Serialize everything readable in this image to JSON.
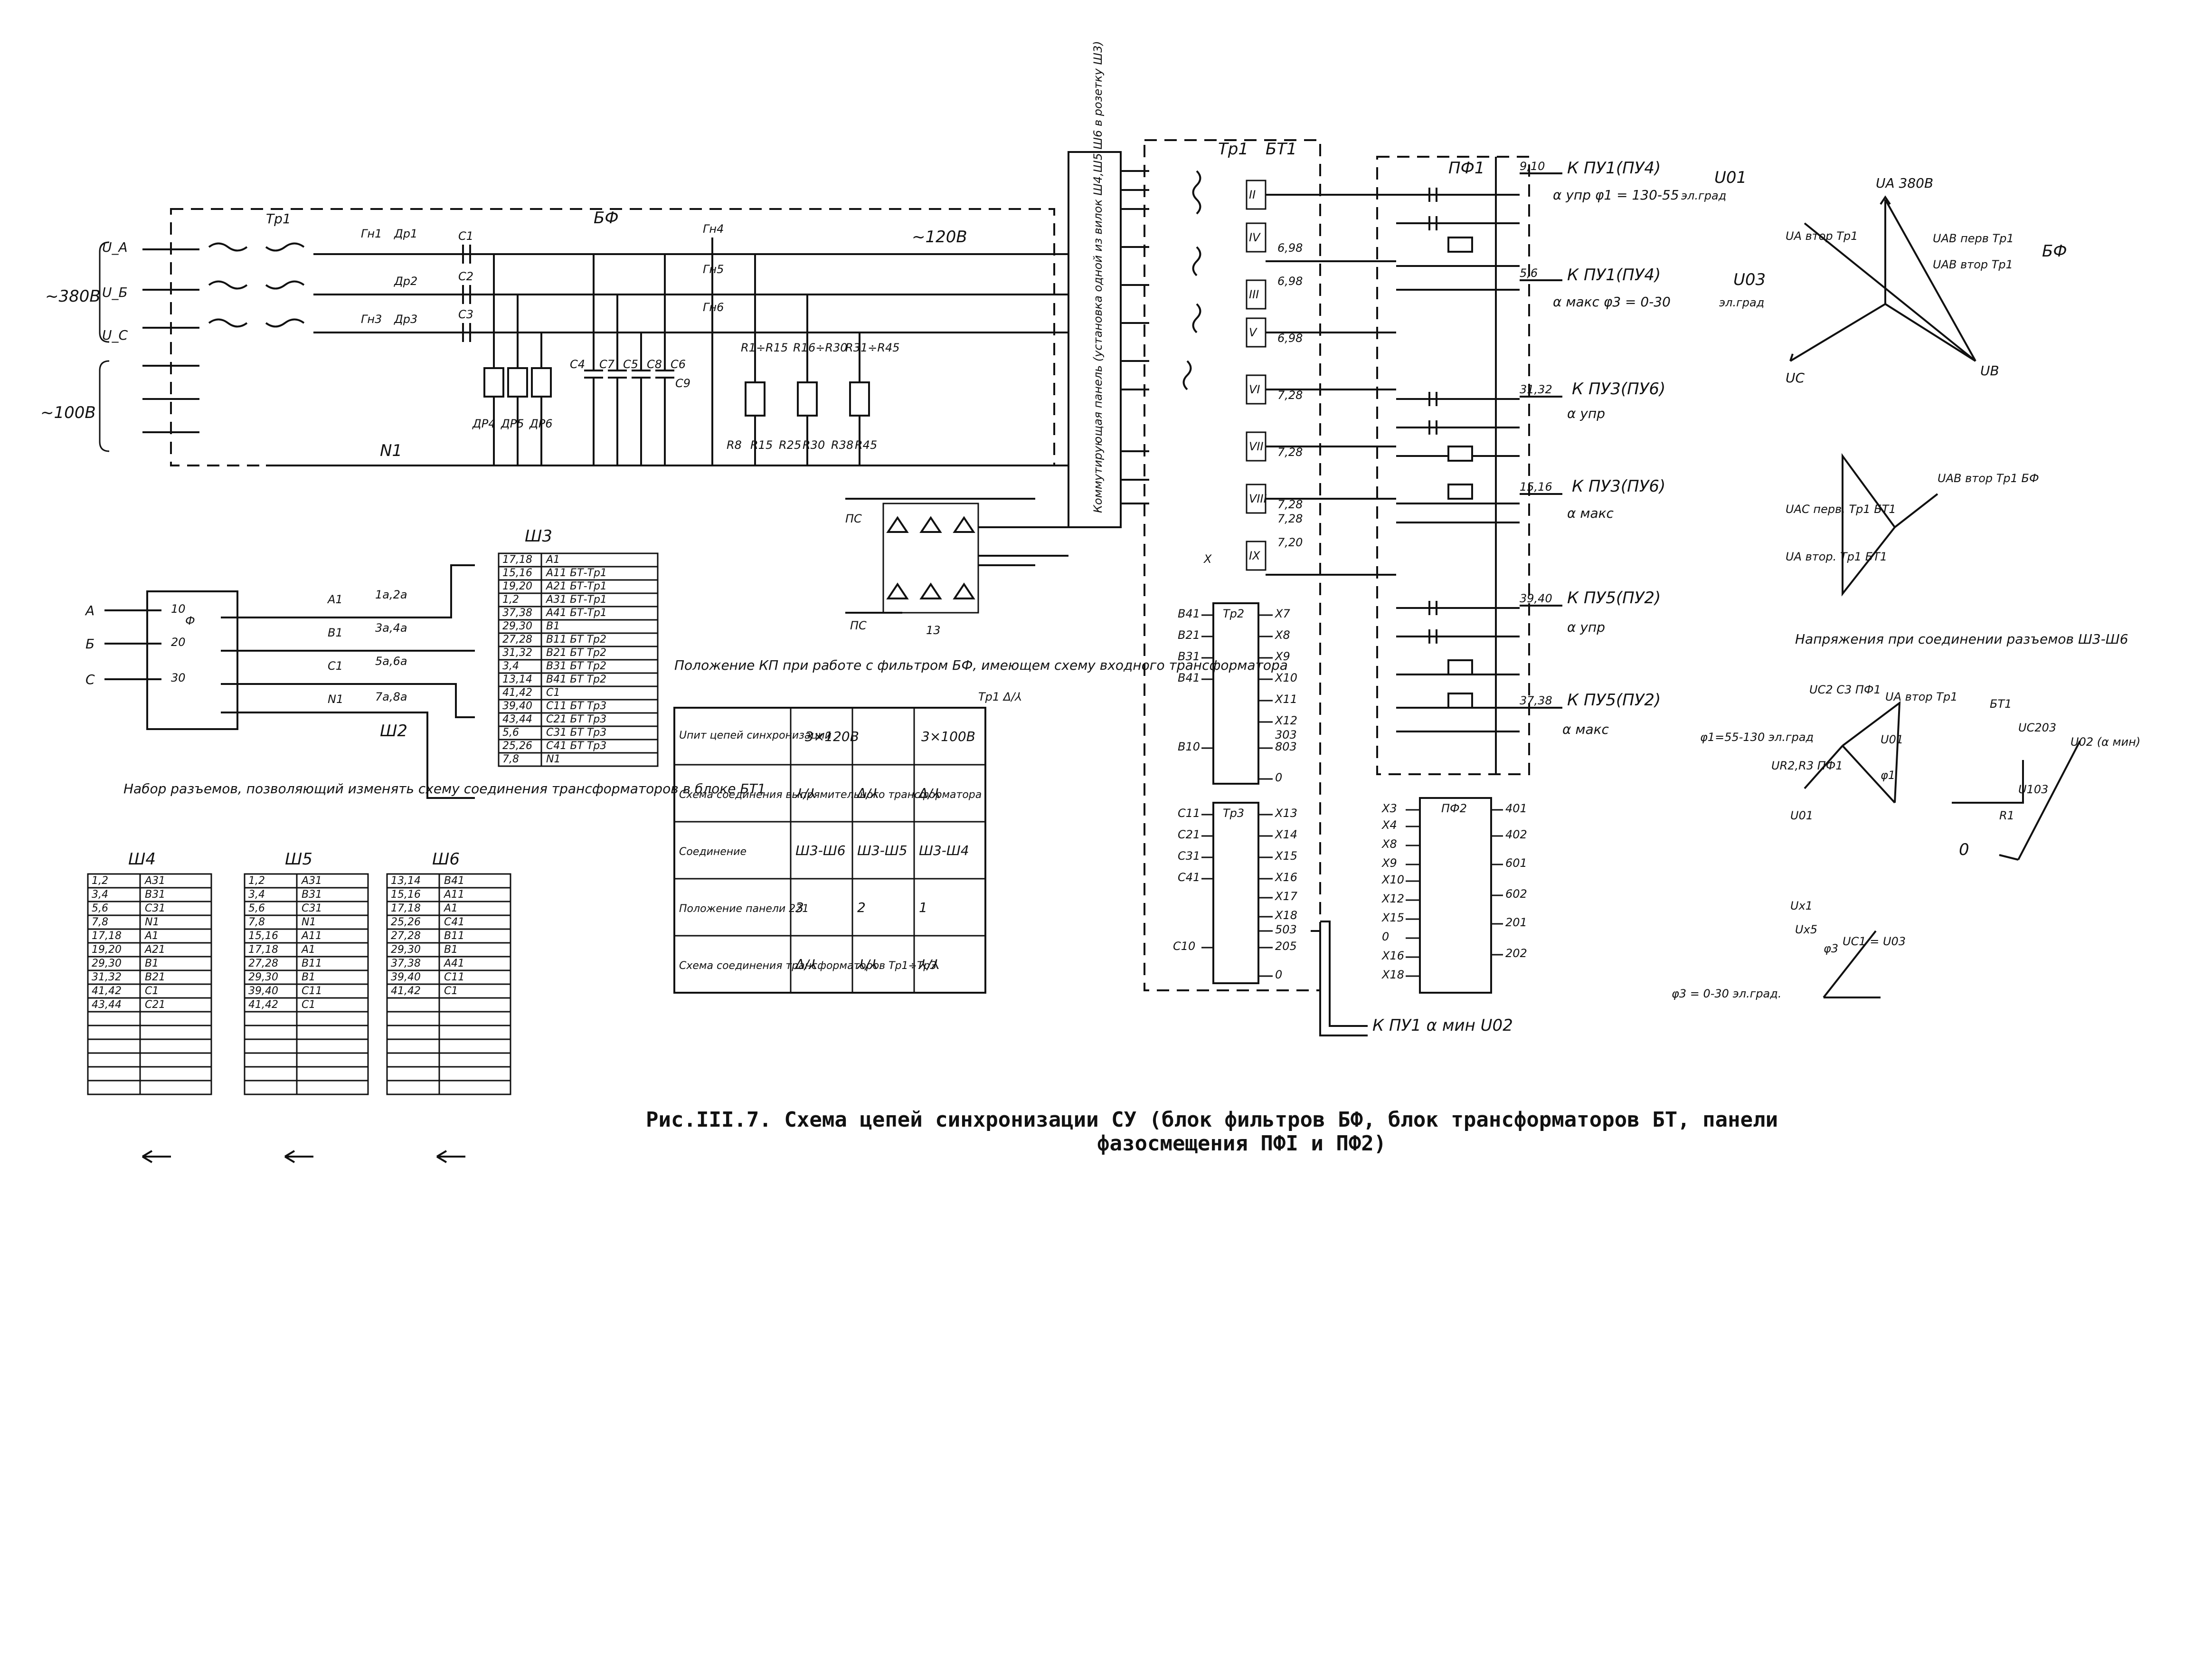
{
  "filter_block": {
    "label": "БФ",
    "input_top": "~380В",
    "input_bottom": "~100В",
    "phases": [
      "U_A",
      "U_Б",
      "U_C"
    ],
    "output": "~120В",
    "neutral": "N1",
    "rectifier_labels": [
      "ПС",
      "13"
    ]
  },
  "component_labels": [
    "Тр1",
    "Гн1",
    "Др1",
    "Др2",
    "Др3",
    "Гн3",
    "С1",
    "С2",
    "С3",
    "Гн4",
    "Гн5",
    "Гн6",
    "ДР4",
    "ДР5",
    "ДР6",
    "С4",
    "С7",
    "С5",
    "С8",
    "С6",
    "С9",
    "R1÷R15",
    "R16÷R30",
    "R31÷R45",
    "R8",
    "R15",
    "R25",
    "R30",
    "R38",
    "R45"
  ],
  "config_panel": {
    "label": "Коммутирующая панель (установка одной из вилок Ш4,Ш5,Ш6 в розетку Ш3)"
  },
  "transformer_block": {
    "label": "БТ1",
    "tr": "Тр1",
    "windings": [
      "II",
      "IV",
      "III",
      "V",
      "VI",
      "VII",
      "VIII",
      "IX",
      "X"
    ],
    "taps": [
      "6,98",
      "6,98",
      "6,98",
      "7,28",
      "7,28",
      "7,28",
      "7,28",
      "7,20"
    ]
  },
  "tr2": {
    "label": "Тр2",
    "inputs": [
      "В41",
      "В21",
      "В31",
      "В41",
      "В10"
    ],
    "outputs": [
      "X7",
      "X8",
      "X9",
      "X10",
      "X11",
      "X12",
      "303",
      "803",
      "0"
    ]
  },
  "tr3": {
    "label": "Тр3",
    "inputs": [
      "С11",
      "С21",
      "С31",
      "С41",
      "С10"
    ],
    "outputs": [
      "X13",
      "X14",
      "X15",
      "X16",
      "X17",
      "X18",
      "503",
      "205",
      "0"
    ]
  },
  "pf1": {
    "label": "ПФ1"
  },
  "pf2": {
    "label": "ПФ2",
    "inputs": [
      "X3",
      "X4",
      "X8",
      "X9",
      "X10",
      "X12",
      "X15",
      "0",
      "X16",
      "X18"
    ],
    "outputs": [
      "401",
      "402",
      "601",
      "602",
      "201",
      "202"
    ]
  },
  "outputs": [
    {
      "target": "К ПУ1(ПУ4)",
      "pins": "9,10",
      "signal": "α упр  φ1 = 130-55",
      "unit": "эл.град",
      "phasor": "U01"
    },
    {
      "target": "К ПУ1(ПУ4)",
      "pins": "5,6",
      "signal": "α макс  φ3 = 0-30",
      "unit": "эл.град",
      "phasor": "U03"
    },
    {
      "target": "К ПУ3(ПУ6)",
      "pins": "31,32",
      "signal": "α упр",
      "unit": "",
      "phasor": ""
    },
    {
      "target": "К ПУ3(ПУ6)",
      "pins": "15,16",
      "signal": "α макс",
      "unit": "",
      "phasor": ""
    },
    {
      "target": "К ПУ5(ПУ2)",
      "pins": "39,40",
      "signal": "α упр",
      "unit": "",
      "phasor": ""
    },
    {
      "target": "К ПУ5(ПУ2)",
      "pins": "37,38",
      "signal": "α макс",
      "unit": "",
      "phasor": ""
    }
  ],
  "bottom_output": "К ПУ1  α мин  U02",
  "sh3": {
    "title": "Ш3",
    "rows": [
      [
        "17,18",
        "А1"
      ],
      [
        "15,16",
        "А11 БТ-Тр1"
      ],
      [
        "19,20",
        "А21 БТ-Тр1"
      ],
      [
        "1,2",
        "А31 БТ-Тр1"
      ],
      [
        "37,38",
        "А41 БТ-Тр1"
      ],
      [
        "29,30",
        "В1"
      ],
      [
        "27,28",
        "В11 БТ Тр2"
      ],
      [
        "31,32",
        "В21 БТ Тр2"
      ],
      [
        "3,4",
        "В31 БТ Тр2"
      ],
      [
        "13,14",
        "В41 БТ Тр2"
      ],
      [
        "41,42",
        "С1"
      ],
      [
        "39,40",
        "С11 БТ Тр3"
      ],
      [
        "43,44",
        "С21 БТ Тр3"
      ],
      [
        "5,6",
        "С31 БТ Тр3"
      ],
      [
        "25,26",
        "С41 БТ Тр3"
      ],
      [
        "7,8",
        "N1"
      ]
    ]
  },
  "phase_block": {
    "inputs": [
      "А",
      "Б",
      "С"
    ],
    "pins": [
      "10",
      "20",
      "30"
    ],
    "label": "Ф",
    "wires": [
      [
        "1а,2а",
        "А1"
      ],
      [
        "3а,4а",
        "В1"
      ],
      [
        "5а,6а",
        "С1"
      ],
      [
        "7а,8а",
        "N1"
      ]
    ],
    "connector": "Ш2"
  },
  "connectors_note": "Набор разъемов, позволяющий изменять схему соединения трансформаторов в блоке БТ1",
  "sh4": {
    "title": "Ш4",
    "rows": [
      [
        "1,2",
        "А31"
      ],
      [
        "3,4",
        "В31"
      ],
      [
        "5,6",
        "С31"
      ],
      [
        "7,8",
        "N1"
      ],
      [
        "17,18",
        "А1"
      ],
      [
        "19,20",
        "А21"
      ],
      [
        "29,30",
        "В1"
      ],
      [
        "31,32",
        "В21"
      ],
      [
        "41,42",
        "С1"
      ],
      [
        "43,44",
        "С21"
      ]
    ]
  },
  "sh5": {
    "title": "Ш5",
    "rows": [
      [
        "1,2",
        "А31"
      ],
      [
        "3,4",
        "В31"
      ],
      [
        "5,6",
        "С31"
      ],
      [
        "7,8",
        "N1"
      ],
      [
        "15,16",
        "А11"
      ],
      [
        "17,18",
        "А1"
      ],
      [
        "27,28",
        "В11"
      ],
      [
        "29,30",
        "В1"
      ],
      [
        "39,40",
        "С11"
      ],
      [
        "41,42",
        "С1"
      ]
    ]
  },
  "sh6": {
    "title": "Ш6",
    "rows": [
      [
        "13,14",
        "В41"
      ],
      [
        "15,16",
        "А11"
      ],
      [
        "17,18",
        "А1"
      ],
      [
        "25,26",
        "С41"
      ],
      [
        "27,28",
        "В11"
      ],
      [
        "29,30",
        "В1"
      ],
      [
        "37,38",
        "А41"
      ],
      [
        "39,40",
        "С11"
      ],
      [
        "41,42",
        "С1"
      ]
    ]
  },
  "kp_table": {
    "title": "Положение КП при работе с фильтром БФ, имеющем схему входного трансформатора",
    "tr_note": "Тр1 Δ/⅄",
    "headers": [
      "Uпит цепей синхронизации",
      "3×120В",
      "3×100В"
    ],
    "rows": [
      [
        "Схема соединения выпрямительного трансформатора",
        "⅄/⅄",
        "Δ/⅄",
        "Δ/⅄"
      ],
      [
        "Соединение",
        "Ш3-Ш6",
        "Ш3-Ш5",
        "Ш3-Ш4"
      ],
      [
        "Положение панели 221",
        "3",
        "2",
        "1"
      ],
      [
        "Схема соединения трансформаторов Тр1÷Тр3",
        "Δ/⅄",
        "⅄/⅄",
        "⅄/⅄"
      ]
    ]
  },
  "phasors": {
    "top": {
      "labels": [
        "UA 380В",
        "UA втор Тр1",
        "UAB перв Тр1",
        "UAB втор Тр1",
        "БФ",
        "UC",
        "UB"
      ]
    },
    "middle": {
      "labels": [
        "UAB втор Тр1 БФ",
        "UAC перв. Тр1 БТ1",
        "UA втор. Тр1 БТ1"
      ]
    },
    "caption": "Напряжения при соединении разъемов Ш3-Ш6",
    "bottom": {
      "labels": [
        "UC2 C3 ПФ1",
        "UA втор Тр1",
        "БТ1",
        "UC203",
        "φ1=55-130 эл.град",
        "U01",
        "UR2,R3 ПФ1",
        "U02 (α мин)",
        "U01",
        "φ1",
        "R1",
        "U103",
        "Ux1",
        "Ux5",
        "φ3",
        "UC1 = U03",
        "φ3 = 0-30 эл.град."
      ],
      "zero": "0"
    }
  },
  "caption": {
    "line1": "Рис.III.7. Схема цепей синхронизации СУ (блок фильтров БФ, блок трансформаторов БТ, панели",
    "line2": "фазосмещения ПФI и ПФ2)"
  }
}
